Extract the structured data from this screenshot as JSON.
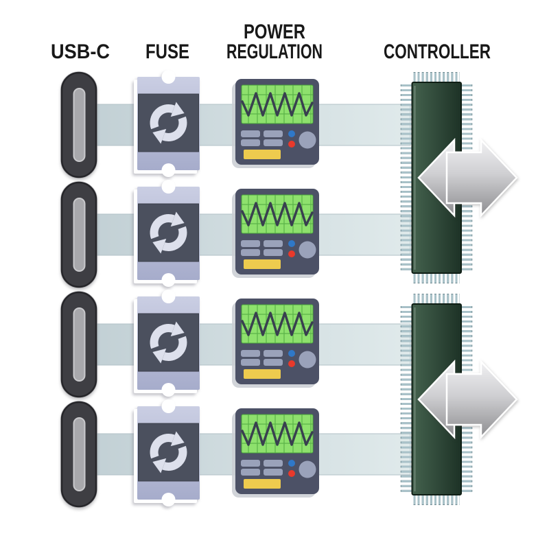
{
  "page": {
    "type": "hardware-block-diagram",
    "description": "Four USB-C power channels, each passing through a fuse and a power regulation stage into one of two controller ICs with bidirectional data flow"
  },
  "headers": {
    "usb_c": "USB-C",
    "fuse": "FUSE",
    "power_regulation_line1": "POWER",
    "power_regulation_line2": "REGULATION",
    "controller": "CONTROLLER"
  },
  "structure": {
    "channel_count": 4,
    "controller_count": 2,
    "channels": [
      {
        "id": "channel-1",
        "chain": [
          "usb-c-port",
          "fuse",
          "power-regulator",
          "controller-1"
        ]
      },
      {
        "id": "channel-2",
        "chain": [
          "usb-c-port",
          "fuse",
          "power-regulator",
          "controller-1"
        ]
      },
      {
        "id": "channel-3",
        "chain": [
          "usb-c-port",
          "fuse",
          "power-regulator",
          "controller-2"
        ]
      },
      {
        "id": "channel-4",
        "chain": [
          "usb-c-port",
          "fuse",
          "power-regulator",
          "controller-2"
        ]
      }
    ],
    "controllers": [
      {
        "id": "controller-1",
        "serves": [
          "channel-1",
          "channel-2"
        ],
        "io": "bidirectional"
      },
      {
        "id": "controller-2",
        "serves": [
          "channel-3",
          "channel-4"
        ],
        "io": "bidirectional"
      }
    ]
  },
  "icons": {
    "fuse": "sync-arrows-icon",
    "controller_io": "double-headed-arrow-icon",
    "regulator_screen": "oscilloscope-waveform-screen",
    "usb": "usb-c-receptacle"
  },
  "colors": {
    "background": "#ffffff",
    "bus": "#c9d6da",
    "usb_body": "#3e3e43",
    "usb_slot": "#a8a8ac",
    "fuse_body": "#b9bed8",
    "fuse_core": "#4b505e",
    "fuse_icon": "#dde0ec",
    "scope_body": "#4c5166",
    "screen_green": "#8ee16d",
    "screen_grid": "#55ae44",
    "waveform": "#39404f",
    "button_gray": "#9aa2ba",
    "led_blue": "#2f78c8",
    "led_red": "#e8392b",
    "bar_yellow": "#eecb4e",
    "chip_green_light": "#44624e",
    "chip_green_dark": "#1d3226",
    "pin_gray": "#a9c2c9",
    "arrow_light": "#f0f0f2",
    "arrow_dark": "#8d8d90",
    "text": "#181818"
  }
}
